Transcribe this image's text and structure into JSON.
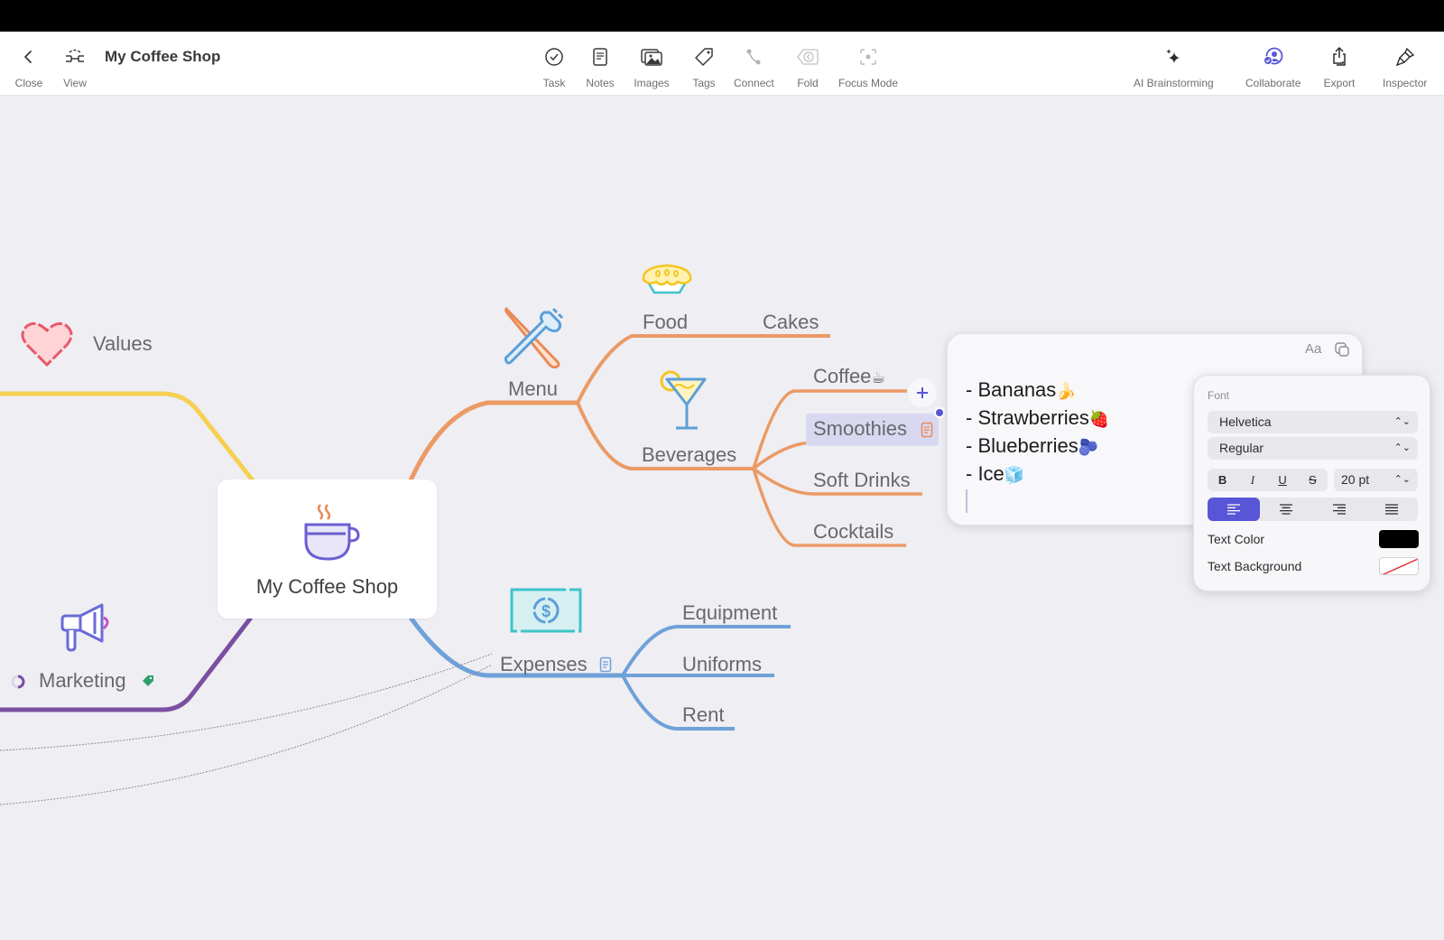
{
  "window": {
    "title": "My Coffee Shop"
  },
  "toolbar": {
    "left": [
      {
        "id": "close",
        "label": "Close",
        "icon": "chevron-left-icon"
      },
      {
        "id": "view",
        "label": "View",
        "icon": "mindmap-view-icon"
      }
    ],
    "center": [
      {
        "id": "task",
        "label": "Task",
        "icon": "checkmark-circle-icon"
      },
      {
        "id": "notes",
        "label": "Notes",
        "icon": "note-icon"
      },
      {
        "id": "images",
        "label": "Images",
        "icon": "images-icon"
      },
      {
        "id": "tags",
        "label": "Tags",
        "icon": "tag-icon"
      },
      {
        "id": "connect",
        "label": "Connect",
        "icon": "connect-icon"
      },
      {
        "id": "fold",
        "label": "Fold",
        "icon": "fold-icon"
      },
      {
        "id": "focus",
        "label": "Focus Mode",
        "icon": "focus-icon"
      }
    ],
    "right": [
      {
        "id": "ai",
        "label": "AI Brainstorming",
        "icon": "sparkles-icon"
      },
      {
        "id": "collaborate",
        "label": "Collaborate",
        "icon": "collaborate-icon"
      },
      {
        "id": "export",
        "label": "Export",
        "icon": "share-icon"
      },
      {
        "id": "inspector",
        "label": "Inspector",
        "icon": "paintbrush-icon"
      }
    ]
  },
  "mindmap": {
    "central": {
      "label": "My Coffee Shop",
      "icon": "coffee-cup-icon"
    },
    "branches": {
      "values": {
        "label": "Values",
        "icon": "heart-icon",
        "color": "#f5d052"
      },
      "marketing": {
        "label": "Marketing",
        "icon": "megaphone-icon",
        "color": "#7b4fa0",
        "has_progress": true,
        "has_tag": true
      },
      "menu": {
        "label": "Menu",
        "icon": "fork-knife-icon",
        "color": "#eb9a65"
      },
      "food": {
        "label": "Food",
        "icon": "pie-icon"
      },
      "cakes": {
        "label": "Cakes"
      },
      "beverages": {
        "label": "Beverages",
        "icon": "cocktail-glass-icon"
      },
      "coffee": {
        "label": "Coffee",
        "emoji": "☕"
      },
      "smoothies": {
        "label": "Smoothies",
        "selected": true,
        "has_note": true
      },
      "soft_drinks": {
        "label": "Soft Drinks"
      },
      "cocktails": {
        "label": "Cocktails"
      },
      "expenses": {
        "label": "Expenses",
        "icon": "dollar-bill-icon",
        "color": "#6fa0d8",
        "has_note": true
      },
      "equipment": {
        "label": "Equipment"
      },
      "uniforms": {
        "label": "Uniforms"
      },
      "rent": {
        "label": "Rent"
      }
    }
  },
  "notes_popover": {
    "items": [
      {
        "text": "- Bananas",
        "emoji": "🍌"
      },
      {
        "text": "- Strawberries",
        "emoji": "🍓"
      },
      {
        "text": "- Blueberries",
        "emoji": "🫐"
      },
      {
        "text": "- Ice",
        "emoji": "🧊"
      }
    ],
    "font_button": "Aa"
  },
  "font_panel": {
    "header": "Font",
    "family": "Helvetica",
    "style": "Regular",
    "format_buttons": [
      "B",
      "I",
      "U",
      "S"
    ],
    "size": "20 pt",
    "alignment": [
      "left",
      "center",
      "right",
      "justify"
    ],
    "active_alignment": "left",
    "text_color_label": "Text Color",
    "text_color": "#000000",
    "text_background_label": "Text Background",
    "text_background": "none",
    "accent": "#5856d6"
  }
}
